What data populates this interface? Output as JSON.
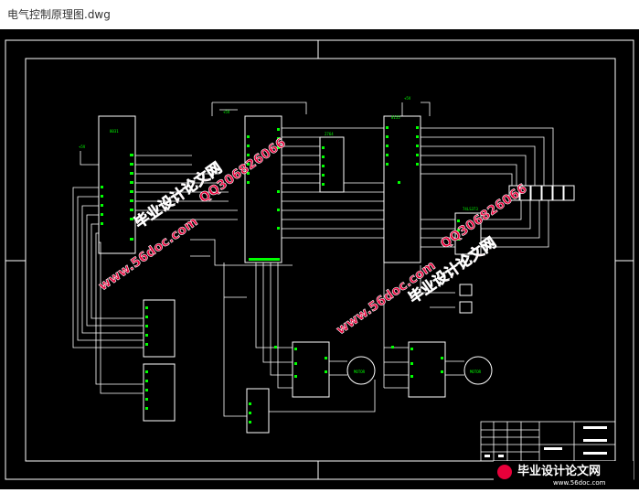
{
  "window": {
    "title": "电气控制原理图.dwg"
  },
  "colors": {
    "canvas": "#000000",
    "wire": "#ffffff",
    "pin": "#00ff00",
    "watermark_red": "#e8003a"
  },
  "schematic": {
    "chip_labels": [
      "8031",
      "2764",
      "8155",
      "MOTOR",
      "MOTOR",
      "74LS373"
    ],
    "power_labels": [
      "+5V",
      "+5V",
      "+5V"
    ]
  },
  "watermarks": {
    "brand": "毕业设计论文网",
    "site": "www.56doc.com",
    "qq": "QQ306826066"
  },
  "footer_logo": {
    "brand": "毕业设计论文网",
    "site": "www.56doc.com"
  }
}
